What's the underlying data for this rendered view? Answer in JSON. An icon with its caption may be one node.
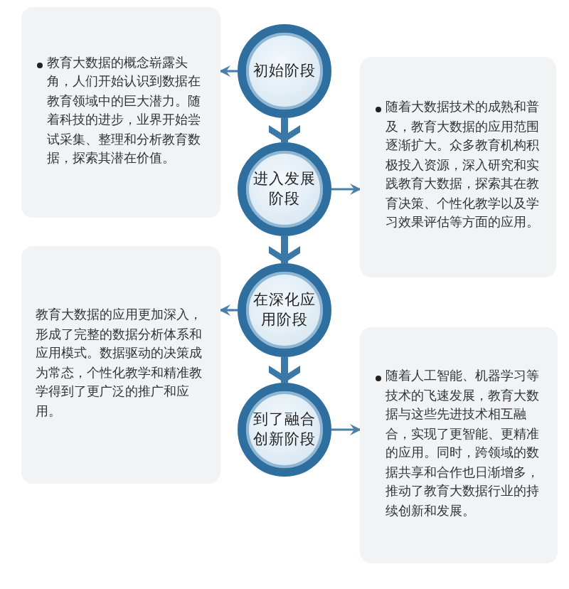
{
  "diagram": {
    "nodes": [
      {
        "text": [
          "教育大数据的概念崭露头角，人们开始认识到数据在教育领域中的巨大潜力。随着科技的进步，业界开始尝试采集、整理和分析教育数据，探索其潜在价值。"
        ]
      },
      {
        "text": [
          "初始阶段"
        ]
      },
      {
        "text": [
          "随着大数据技术的成熟和普及，教育大数据的应用范围逐渐扩大。众多教育机构积极投入资源，深入研究和实践教育大数据，探索其在教育决策、个性化教学以及学习效果评估等方面的应用。"
        ]
      },
      {
        "text": [
          "进入发展阶段"
        ]
      },
      {
        "text": [
          "教育大数据的应用更加深入，形成了完整的数据分析体系和应用模式。数据驱动的决策成为常态，个性化教学和精准教学得到了更广泛的推广和应用。"
        ]
      },
      {
        "text": [
          "在深化应用阶段"
        ]
      },
      {
        "text": [
          "到了融合创新阶段"
        ]
      },
      {
        "text": [
          "随着人工智能、机器学习等技术的飞速发展，教育大数据与这些先进技术相互融合，实现了更智能、更精准的应用。同时，跨领域的数据共享和合作也日渐增多，推动了教育大数据行业的持续创新和发展。"
        ]
      }
    ],
    "edges": [
      {
        "from": 1,
        "to": 0,
        "arrow": "to"
      },
      {
        "from": 1,
        "to": 3,
        "arrow": "to",
        "style": "thick"
      },
      {
        "from": 3,
        "to": 2,
        "arrow": "to"
      },
      {
        "from": 3,
        "to": 5,
        "arrow": "to",
        "style": "thick"
      },
      {
        "from": 5,
        "to": 4,
        "arrow": "to"
      },
      {
        "from": 5,
        "to": 6,
        "arrow": "to",
        "style": "thick"
      },
      {
        "from": 6,
        "to": 7,
        "arrow": "to"
      }
    ]
  }
}
